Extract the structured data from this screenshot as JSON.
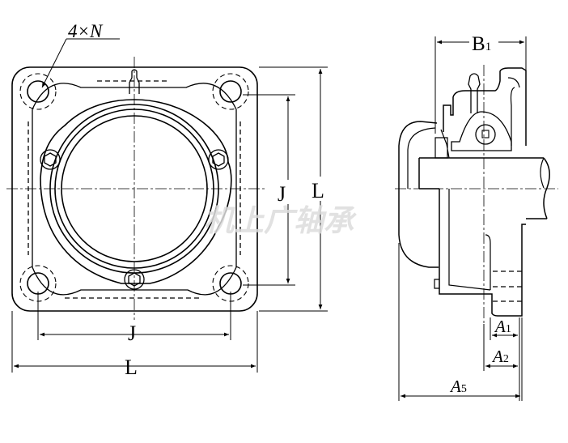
{
  "title": "Square flange bearing unit dimension drawing",
  "labels": {
    "holes": "4×N",
    "front_j_horizontal": "J",
    "front_l_horizontal": "L",
    "front_j_vertical": "J",
    "front_l_vertical": "L",
    "b1": "B",
    "b1_sub": "1",
    "a1": "A",
    "a1_sub": "1",
    "a2": "A",
    "a2_sub": "2",
    "a5": "A",
    "a5_sub": "5"
  },
  "watermark": "机上广轴承",
  "colors": {
    "line": "#000000",
    "watermark": "#dcdcdc"
  }
}
